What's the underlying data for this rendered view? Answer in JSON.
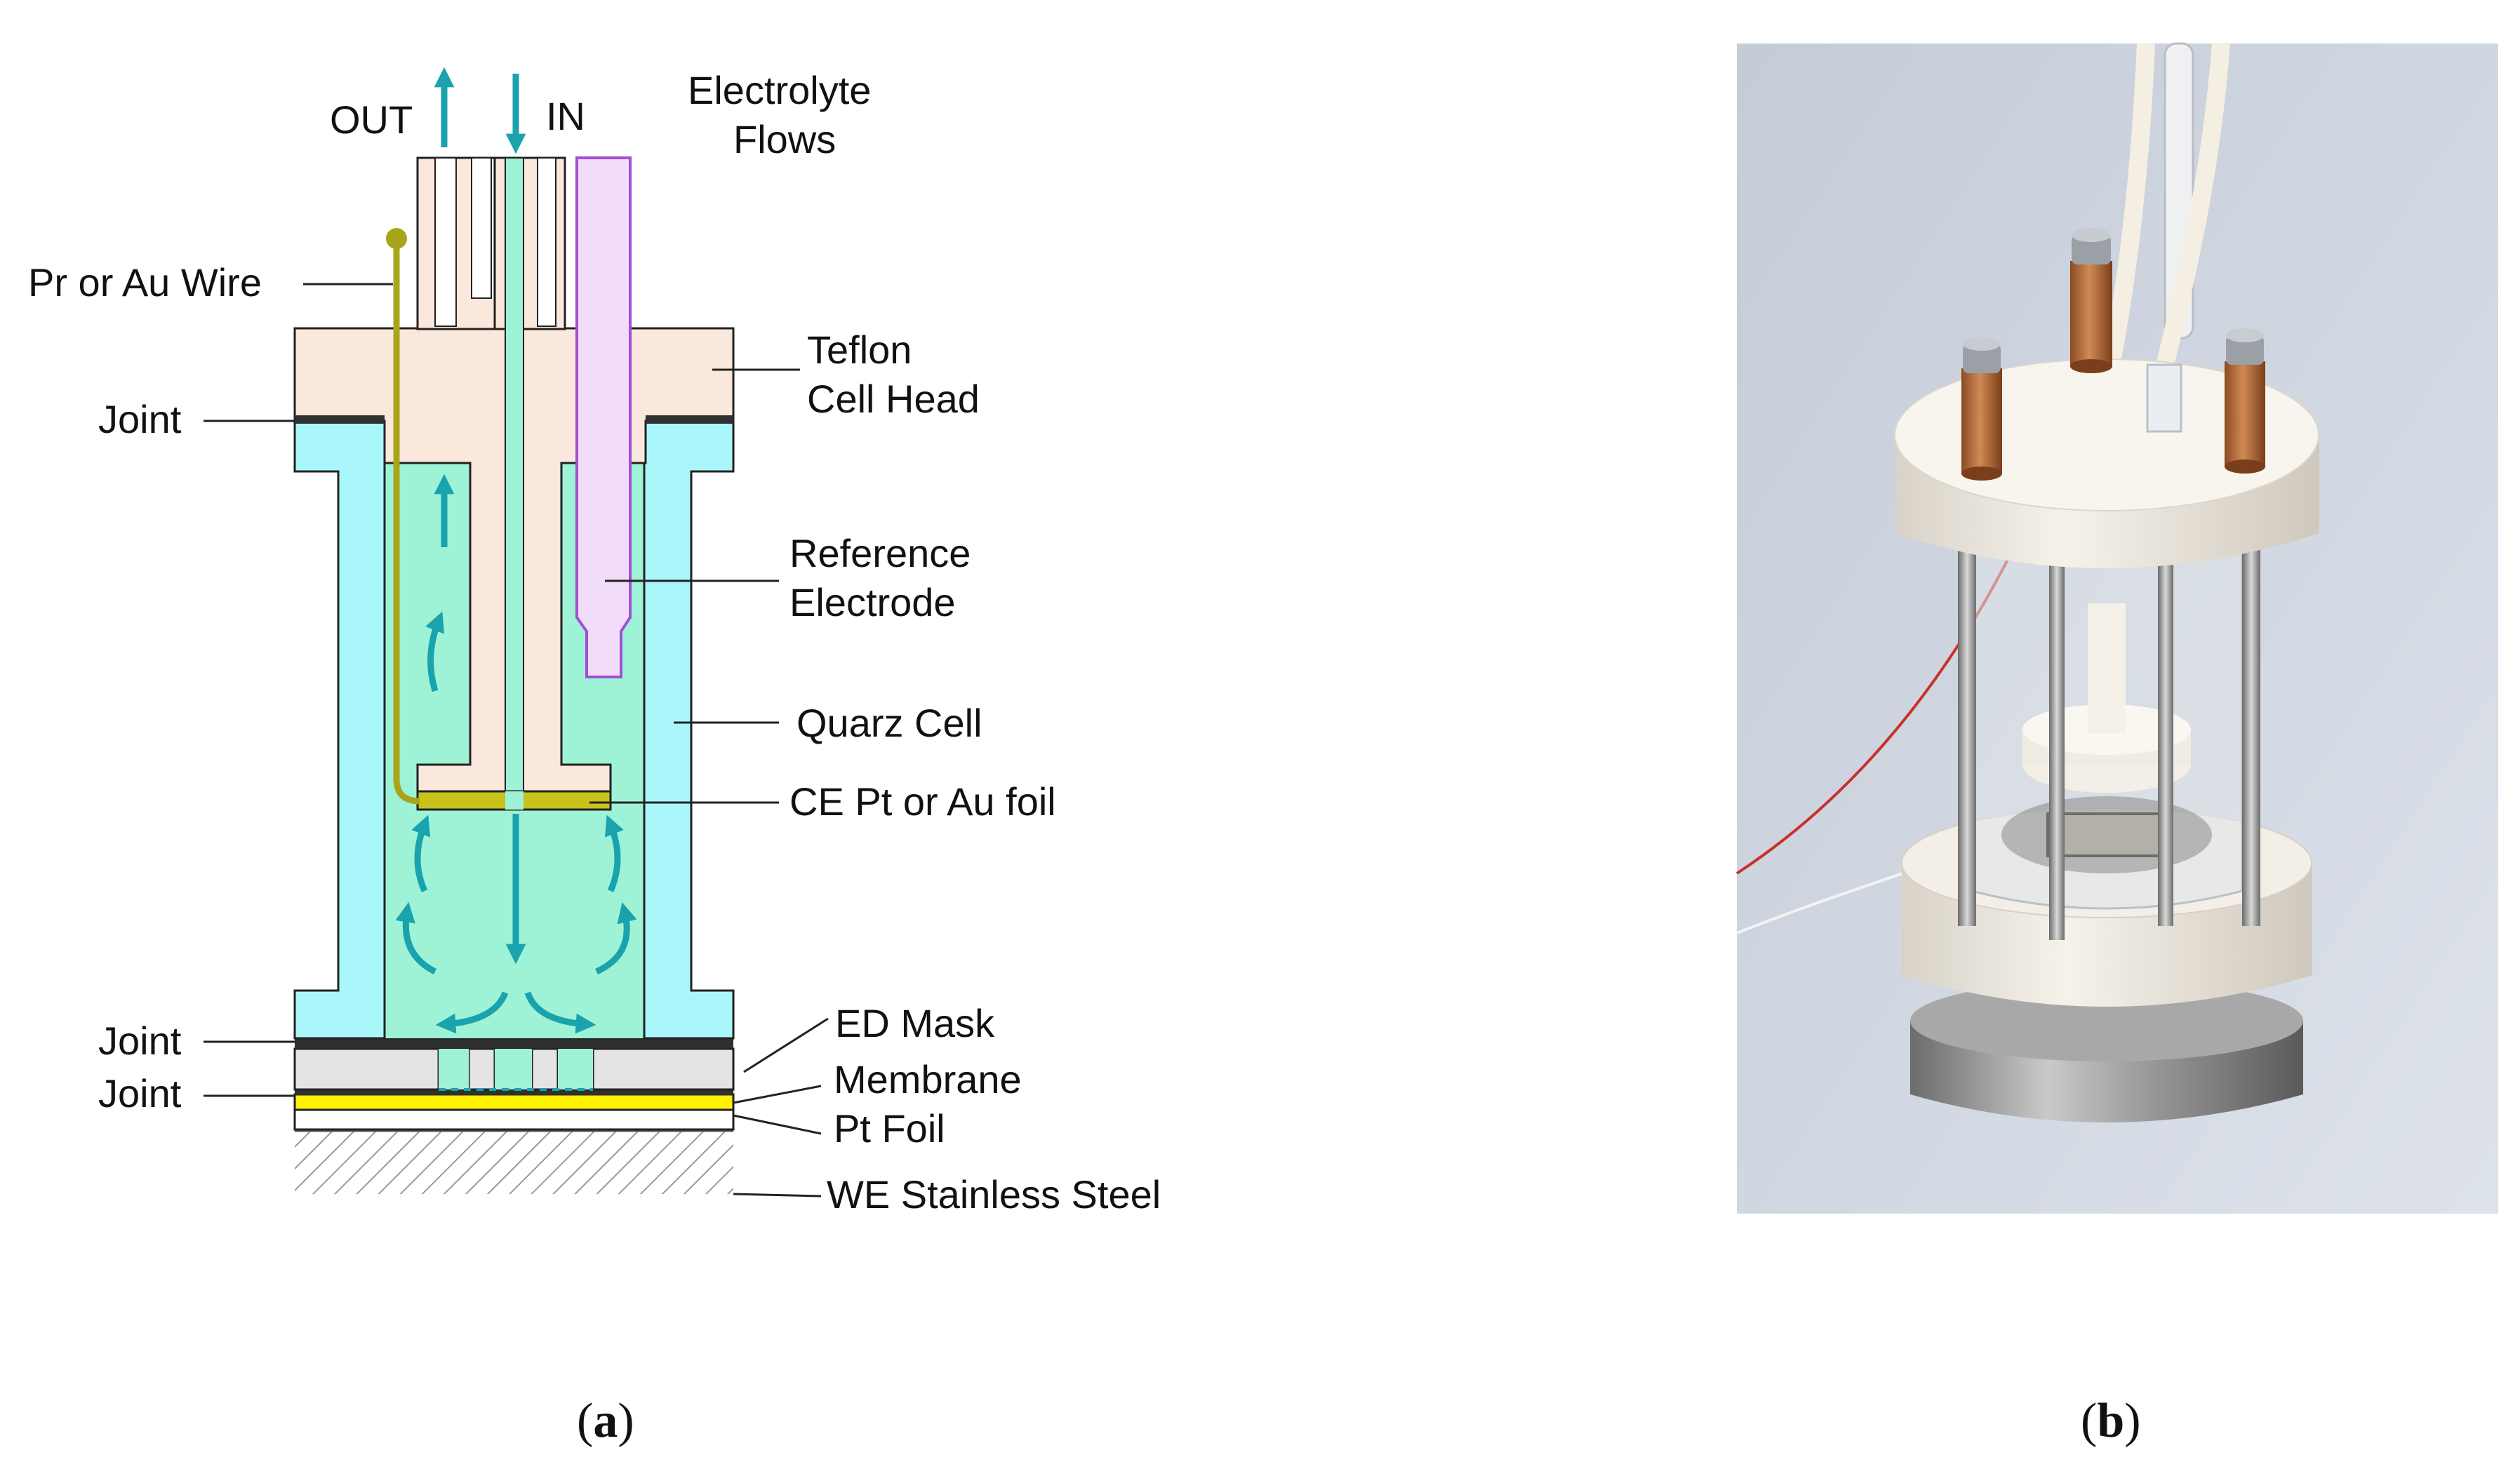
{
  "panel_a": {
    "flow_labels": {
      "out": "OUT",
      "in": "IN",
      "title_line1": "Electrolyte",
      "title_line2": "Flows"
    },
    "left_labels": {
      "wire": "Pr or Au Wire",
      "joint_top": "Joint",
      "joint_mid": "Joint",
      "joint_bottom": "Joint"
    },
    "right_labels": {
      "teflon_line1": "Teflon",
      "teflon_line2": "Cell Head",
      "reference_line1": "Reference",
      "reference_line2": "Electrode",
      "quartz": "Quarz Cell",
      "ce_foil": "CE Pt or Au foil",
      "mask": "ED Mask",
      "membrane": "Membrane",
      "pt_foil": "Pt Foil",
      "we": "WE Stainless Steel"
    },
    "caption_open": "(",
    "caption_letter": "a",
    "caption_close": ")"
  },
  "panel_b": {
    "caption_open": "(",
    "caption_letter": "b",
    "caption_close": ")"
  },
  "colors": {
    "teflon": "#fbe8dc",
    "cell_wall": "#a9f7fb",
    "electrolyte": "#9ef2d6",
    "reference": "#f1dcfa",
    "reference_outline": "#a24fd8",
    "flow_arrow": "#1aa3ad",
    "wire": "#a9a51a",
    "foil": "#fff200",
    "mask": "#e4e4e4",
    "joint": "#303030"
  }
}
